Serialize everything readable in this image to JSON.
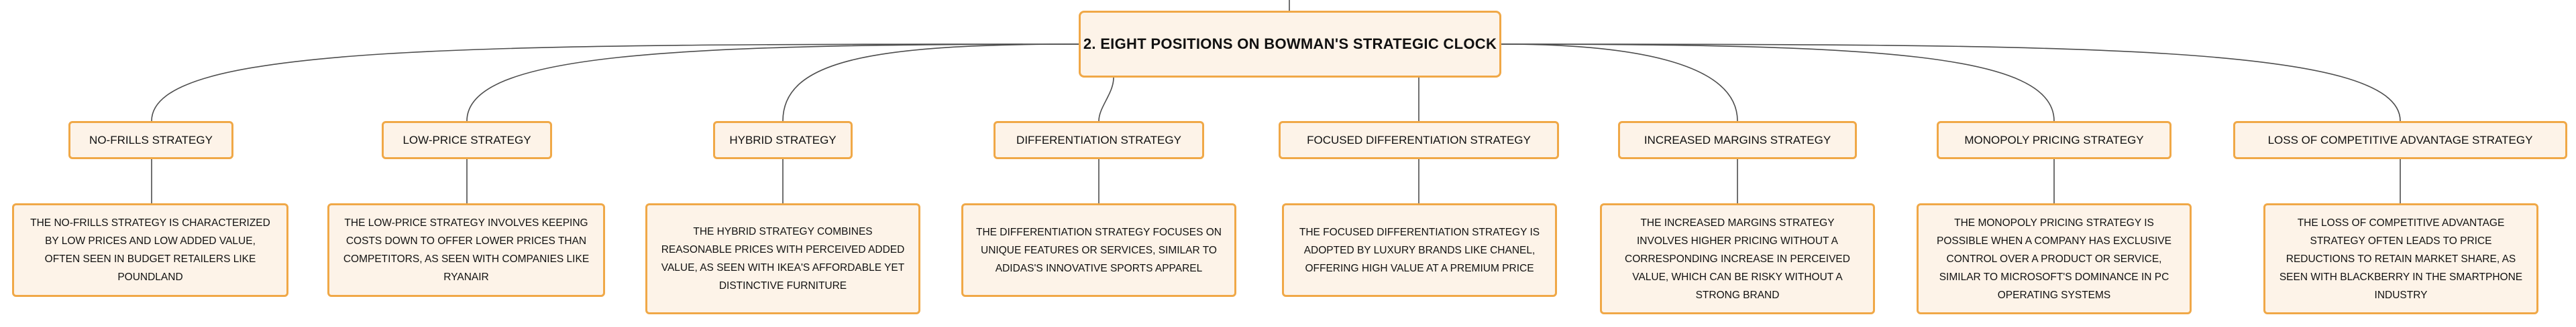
{
  "root": {
    "title": "2. EIGHT POSITIONS ON BOWMAN'S STRATEGIC CLOCK"
  },
  "colors": {
    "box_fill": "#fdf3e8",
    "box_border": "#f0a847",
    "connector": "#4d4d4d"
  },
  "strategies": [
    {
      "label": "NO-FRILLS STRATEGY",
      "description": "THE NO-FRILLS STRATEGY IS CHARACTERIZED BY LOW PRICES AND LOW ADDED VALUE, OFTEN SEEN IN BUDGET RETAILERS LIKE POUNDLAND"
    },
    {
      "label": "LOW-PRICE STRATEGY",
      "description": "THE LOW-PRICE STRATEGY INVOLVES KEEPING COSTS DOWN TO OFFER LOWER PRICES THAN COMPETITORS, AS SEEN WITH COMPANIES LIKE RYANAIR"
    },
    {
      "label": "HYBRID STRATEGY",
      "description": "THE HYBRID STRATEGY COMBINES REASONABLE PRICES WITH PERCEIVED ADDED VALUE, AS SEEN WITH IKEA'S AFFORDABLE YET DISTINCTIVE FURNITURE"
    },
    {
      "label": "DIFFERENTIATION STRATEGY",
      "description": "THE DIFFERENTIATION STRATEGY FOCUSES ON UNIQUE FEATURES OR SERVICES, SIMILAR TO ADIDAS'S INNOVATIVE SPORTS APPAREL"
    },
    {
      "label": "FOCUSED DIFFERENTIATION STRATEGY",
      "description": "THE FOCUSED DIFFERENTIATION STRATEGY IS ADOPTED BY LUXURY BRANDS LIKE CHANEL, OFFERING HIGH VALUE AT A PREMIUM PRICE"
    },
    {
      "label": "INCREASED MARGINS STRATEGY",
      "description": "THE INCREASED MARGINS STRATEGY INVOLVES HIGHER PRICING WITHOUT A CORRESPONDING INCREASE IN PERCEIVED VALUE, WHICH CAN BE RISKY WITHOUT A STRONG BRAND"
    },
    {
      "label": "MONOPOLY PRICING STRATEGY",
      "description": "THE MONOPOLY PRICING STRATEGY IS POSSIBLE WHEN A COMPANY HAS EXCLUSIVE CONTROL OVER A PRODUCT OR SERVICE, SIMILAR TO MICROSOFT'S DOMINANCE IN PC OPERATING SYSTEMS"
    },
    {
      "label": "LOSS OF COMPETITIVE ADVANTAGE STRATEGY",
      "description": "THE LOSS OF COMPETITIVE ADVANTAGE STRATEGY OFTEN LEADS TO PRICE REDUCTIONS TO RETAIN MARKET SHARE, AS SEEN WITH BLACKBERRY IN THE SMARTPHONE INDUSTRY"
    }
  ]
}
